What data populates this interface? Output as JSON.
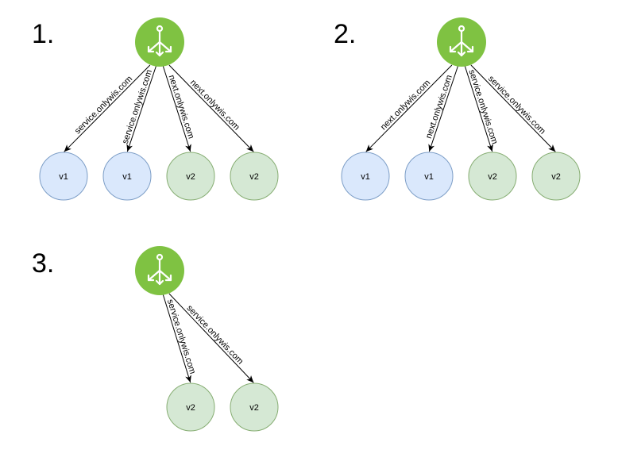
{
  "colors": {
    "router_fill": "#7fc242",
    "router_icon": "#ffffff",
    "v1_fill": "#dae8fc",
    "v1_stroke": "#7d9ec7",
    "v2_fill": "#d5e8d4",
    "v2_stroke": "#86ad72",
    "edge": "#000000"
  },
  "router_icon": "load-balancer-icon",
  "panels": [
    {
      "label": "1.",
      "nodes": [
        {
          "label": "v1",
          "version": "v1"
        },
        {
          "label": "v1",
          "version": "v1"
        },
        {
          "label": "v2",
          "version": "v2"
        },
        {
          "label": "v2",
          "version": "v2"
        }
      ],
      "edges": [
        {
          "to": 0,
          "label": "service.onlywis.com"
        },
        {
          "to": 1,
          "label": "service.onlywis.com"
        },
        {
          "to": 2,
          "label": "next.onlywis.com"
        },
        {
          "to": 3,
          "label": "next.onlywis.com"
        }
      ]
    },
    {
      "label": "2.",
      "nodes": [
        {
          "label": "v1",
          "version": "v1"
        },
        {
          "label": "v1",
          "version": "v1"
        },
        {
          "label": "v2",
          "version": "v2"
        },
        {
          "label": "v2",
          "version": "v2"
        }
      ],
      "edges": [
        {
          "to": 0,
          "label": "next.onlywis.com"
        },
        {
          "to": 1,
          "label": "next.onlywis.com"
        },
        {
          "to": 2,
          "label": "service.onlywis.com"
        },
        {
          "to": 3,
          "label": "service.onlywis.com"
        }
      ]
    },
    {
      "label": "3.",
      "nodes": [
        {
          "label": "v2",
          "version": "v2"
        },
        {
          "label": "v2",
          "version": "v2"
        }
      ],
      "edges": [
        {
          "to": 0,
          "label": "service.onlywis.com"
        },
        {
          "to": 1,
          "label": "service.onlywis.com"
        }
      ]
    }
  ]
}
